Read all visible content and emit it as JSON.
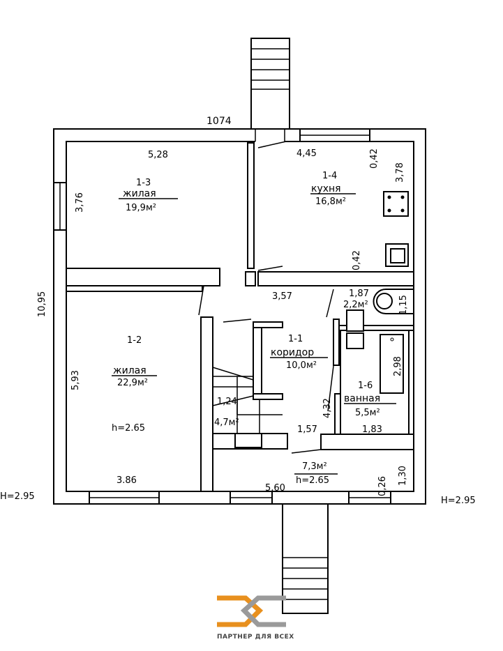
{
  "plan": {
    "overall_width": "1074",
    "overall_depth": "10,95",
    "height_left": "H=2.95",
    "height_right": "H=2.95",
    "rooms": [
      {
        "id": "1-3",
        "name": "жилая",
        "area": "19,9м²",
        "width": "5,28",
        "depth": "3,76"
      },
      {
        "id": "1-4",
        "name": "кухня",
        "area": "16,8м²",
        "width": "4,45",
        "depth": "3,78",
        "extra1": "0,42",
        "extra2": "0,42"
      },
      {
        "id": "1-2",
        "name": "жилая",
        "area": "22,9м²",
        "depth": "5,93",
        "width": "3.86",
        "height": "h=2.65"
      },
      {
        "id": "1-1",
        "name": "коридор",
        "area": "10,0м²",
        "width": "3,57",
        "depth": "4,32",
        "extra": "1,57"
      },
      {
        "id": "1-6",
        "name": "ванная",
        "area": "5,5м²",
        "width": "1,83",
        "bath": "2,98"
      },
      {
        "id": "wc",
        "area": "2,2м²",
        "width": "1,87",
        "depth": "1,15"
      },
      {
        "id": "stair",
        "area": "4,7м²",
        "width": "1,24"
      },
      {
        "id": "vestibule",
        "area": "7,3м²",
        "height": "h=2.65",
        "width": "5,60",
        "depth": "1,30",
        "extra": "0,26"
      }
    ]
  },
  "logo": {
    "text": "ПАРТНЕР ДЛЯ ВСЕХ",
    "orange": "#E8901E",
    "gray": "#9A9A9A"
  }
}
